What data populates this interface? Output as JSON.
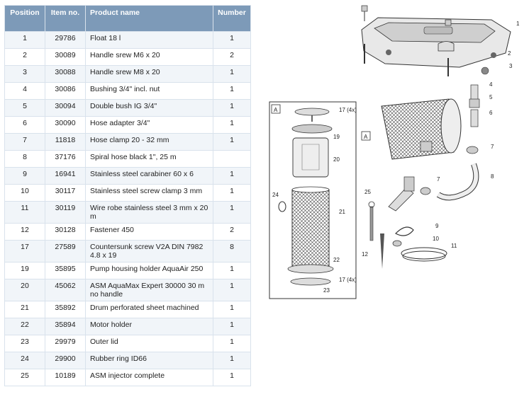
{
  "table": {
    "headers": {
      "position": "Position",
      "item_no": "Item no.",
      "product_name": "Product name",
      "number": "Number"
    },
    "rows": [
      {
        "pos": "1",
        "item": "29786",
        "name": "Float 18 l",
        "num": "1"
      },
      {
        "pos": "2",
        "item": "30089",
        "name": "Handle srew M6 x 20",
        "num": "2"
      },
      {
        "pos": "3",
        "item": "30088",
        "name": "Handle srew M8 x 20",
        "num": "1"
      },
      {
        "pos": "4",
        "item": "30086",
        "name": "Bushing 3/4\" incl. nut",
        "num": "1"
      },
      {
        "pos": "5",
        "item": "30094",
        "name": "Double bush IG 3/4\"",
        "num": "1"
      },
      {
        "pos": "6",
        "item": "30090",
        "name": "Hose adapter 3/4\"",
        "num": "1"
      },
      {
        "pos": "7",
        "item": "11818",
        "name": "Hose clamp 20 - 32 mm",
        "num": "1"
      },
      {
        "pos": "8",
        "item": "37176",
        "name": "Spiral hose black 1\", 25 m",
        "num": ""
      },
      {
        "pos": "9",
        "item": "16941",
        "name": "Stainless steel carabiner 60 x 6",
        "num": "1"
      },
      {
        "pos": "10",
        "item": "30117",
        "name": "Stainless steel screw clamp 3 mm",
        "num": "1"
      },
      {
        "pos": "11",
        "item": "30119",
        "name": "Wire robe stainless steel 3 mm x 20 m",
        "num": "1"
      },
      {
        "pos": "12",
        "item": "30128",
        "name": "Fastener 450",
        "num": "2"
      },
      {
        "pos": "17",
        "item": "27589",
        "name": "Countersunk screw V2A DIN 7982 4.8 x 19",
        "num": "8"
      },
      {
        "pos": "19",
        "item": "35895",
        "name": "Pump housing holder AquaAir 250",
        "num": "1"
      },
      {
        "pos": "20",
        "item": "45062",
        "name": "ASM AquaMax Expert 30000 30 m no handle",
        "num": "1"
      },
      {
        "pos": "21",
        "item": "35892",
        "name": "Drum perforated sheet machined",
        "num": "1"
      },
      {
        "pos": "22",
        "item": "35894",
        "name": "Motor holder",
        "num": "1"
      },
      {
        "pos": "23",
        "item": "29979",
        "name": "Outer lid",
        "num": "1"
      },
      {
        "pos": "24",
        "item": "29900",
        "name": "Rubber ring ID66",
        "num": "1"
      },
      {
        "pos": "25",
        "item": "10189",
        "name": "ASM injector complete",
        "num": "1"
      }
    ]
  },
  "diagram": {
    "detail_marker": "A",
    "detail_marker_box": "A",
    "callouts": {
      "c1": "1",
      "c2": "2",
      "c3": "3",
      "c4": "4",
      "c5": "5",
      "c6": "6",
      "c7a": "7",
      "c7b": "7",
      "c8": "8",
      "c9": "9",
      "c10": "10",
      "c11": "11",
      "c12": "12",
      "c17a": "17 (4x)",
      "c17b": "17 (4x)",
      "c19": "19",
      "c20": "20",
      "c21": "21",
      "c22": "22",
      "c23": "23",
      "c24": "24",
      "c25": "25"
    }
  }
}
